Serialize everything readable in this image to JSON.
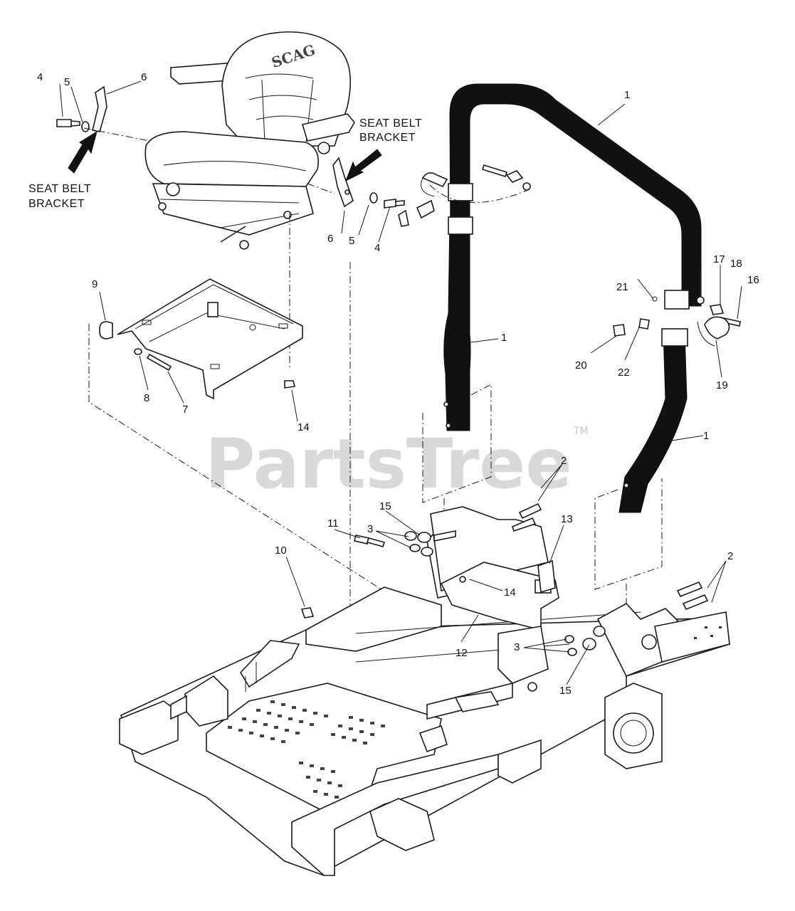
{
  "watermark": {
    "text": "PartsTree",
    "trademark": "TM"
  },
  "seat_logo": "SCAG",
  "callouts": {
    "seat_belt_bracket_left": [
      "SEAT BELT",
      "BRACKET"
    ],
    "seat_belt_bracket_right": [
      "SEAT BELT",
      "BRACKET"
    ]
  },
  "part_labels": [
    {
      "id": "p1-top",
      "text": "1"
    },
    {
      "id": "p1-left",
      "text": "1"
    },
    {
      "id": "p1-right",
      "text": "1"
    },
    {
      "id": "p2-upper",
      "text": "2"
    },
    {
      "id": "p2-lower",
      "text": "2"
    },
    {
      "id": "p3-upper",
      "text": "3"
    },
    {
      "id": "p3-lower",
      "text": "3"
    },
    {
      "id": "p4-left",
      "text": "4"
    },
    {
      "id": "p4-right",
      "text": "4"
    },
    {
      "id": "p5-left",
      "text": "5"
    },
    {
      "id": "p5-right",
      "text": "5"
    },
    {
      "id": "p6-left",
      "text": "6"
    },
    {
      "id": "p6-right",
      "text": "6"
    },
    {
      "id": "p7",
      "text": "7"
    },
    {
      "id": "p8",
      "text": "8"
    },
    {
      "id": "p9",
      "text": "9"
    },
    {
      "id": "p10",
      "text": "10"
    },
    {
      "id": "p11",
      "text": "11"
    },
    {
      "id": "p12",
      "text": "12"
    },
    {
      "id": "p13",
      "text": "13"
    },
    {
      "id": "p14-plate",
      "text": "14"
    },
    {
      "id": "p14-frame",
      "text": "14"
    },
    {
      "id": "p15-upper",
      "text": "15"
    },
    {
      "id": "p15-lower",
      "text": "15"
    },
    {
      "id": "p16",
      "text": "16"
    },
    {
      "id": "p17",
      "text": "17"
    },
    {
      "id": "p18",
      "text": "18"
    },
    {
      "id": "p19",
      "text": "19"
    },
    {
      "id": "p20",
      "text": "20"
    },
    {
      "id": "p21",
      "text": "21"
    },
    {
      "id": "p22",
      "text": "22"
    }
  ]
}
